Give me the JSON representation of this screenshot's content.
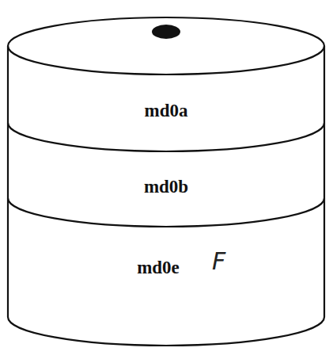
{
  "diagram": {
    "nodes": [
      {
        "text": [
          "md0a"
        ]
      },
      {
        "text": [
          "md0b"
        ]
      },
      {
        "text": [
          "md0e"
        ]
      }
    ],
    "labels": [
      "F"
    ]
  }
}
